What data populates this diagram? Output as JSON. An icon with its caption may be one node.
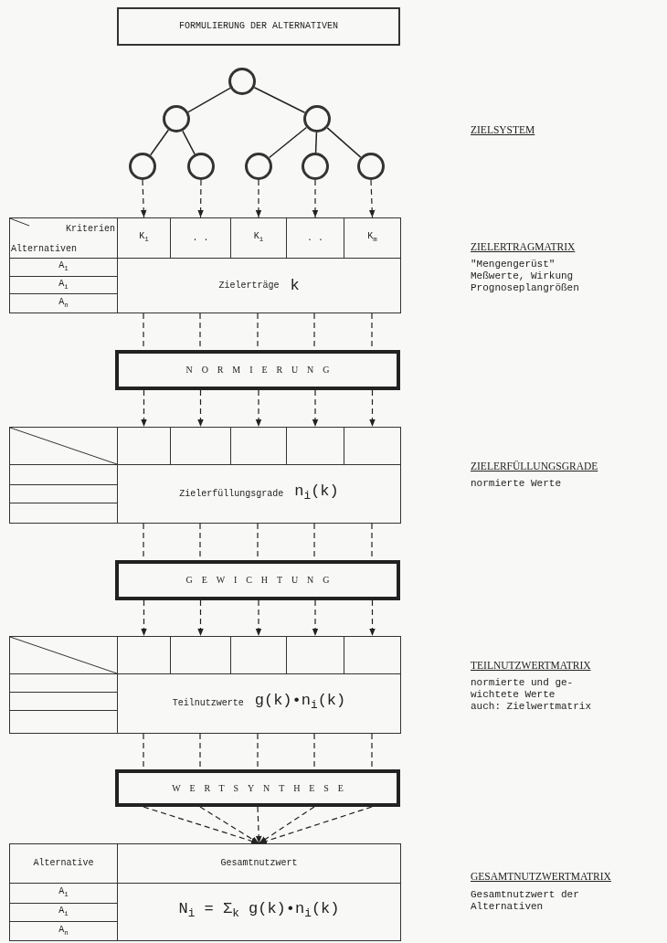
{
  "diagram": {
    "nodes": [
      {
        "text": [
          "FORMULIERUNG DER ALTERNATIVEN"
        ]
      },
      {
        "text": [],
        "shape": "circle"
      },
      {
        "text": [],
        "shape": "circle"
      },
      {
        "text": [],
        "shape": "circle"
      },
      {
        "text": [],
        "shape": "circle"
      },
      {
        "text": [],
        "shape": "circle"
      },
      {
        "text": [],
        "shape": "circle"
      },
      {
        "text": [],
        "shape": "circle"
      },
      {
        "text": [],
        "shape": "circle"
      },
      {
        "text": [
          "Kriterien",
          "Alternativen"
        ]
      },
      {
        "text": [
          "K$_{1}$"
        ]
      },
      {
        "text": [
          ". ."
        ]
      },
      {
        "text": [
          "K$_{i}$"
        ]
      },
      {
        "text": [
          ". ."
        ]
      },
      {
        "text": [
          "K$_{m}$"
        ]
      },
      {
        "text": [
          "A$_{1}$"
        ]
      },
      {
        "text": [
          "A$_{i}$"
        ]
      },
      {
        "text": [
          "A$_{n}$"
        ]
      },
      {
        "text": [
          "Zielerträge",
          "k"
        ]
      },
      {
        "text": [
          "NORMIERUNG"
        ]
      },
      {
        "text": [],
        "shape": "box"
      },
      {
        "text": [],
        "shape": "box"
      },
      {
        "text": [],
        "shape": "box"
      },
      {
        "text": [],
        "shape": "box"
      },
      {
        "text": [],
        "shape": "box"
      },
      {
        "text": [],
        "shape": "box"
      },
      {
        "text": [],
        "shape": "box"
      },
      {
        "text": [],
        "shape": "box"
      },
      {
        "text": [],
        "shape": "box"
      },
      {
        "text": [
          "Zielerfüllungsgrade",
          "n$_{i}$(k)"
        ]
      },
      {
        "text": [
          "GEWICHTUNG"
        ]
      },
      {
        "text": [],
        "shape": "box"
      },
      {
        "text": [],
        "shape": "box"
      },
      {
        "text": [],
        "shape": "box"
      },
      {
        "text": [],
        "shape": "box"
      },
      {
        "text": [],
        "shape": "box"
      },
      {
        "text": [],
        "shape": "box"
      },
      {
        "text": [],
        "shape": "box"
      },
      {
        "text": [],
        "shape": "box"
      },
      {
        "text": [],
        "shape": "box"
      },
      {
        "text": [
          "Teilnutzwerte",
          "g(k)•n$_{i}$(k)"
        ]
      },
      {
        "text": [
          "WERTSYNTHESE"
        ]
      },
      {
        "text": [
          "Alternative"
        ]
      },
      {
        "text": [
          "Gesamtnutzwert"
        ]
      },
      {
        "text": [
          "A$_{1}$"
        ]
      },
      {
        "text": [
          "A$_{i}$"
        ]
      },
      {
        "text": [
          "A$_{n}$"
        ]
      },
      {
        "text": [
          "N$_{i}$ = Σ$_{k}$ g(k)•n$_{i}$(k)"
        ]
      }
    ],
    "edges": [
      {
        "from": 1,
        "to": 2,
        "arrow": "none"
      },
      {
        "from": 1,
        "to": 3,
        "arrow": "none"
      },
      {
        "from": 2,
        "to": 4,
        "arrow": "none"
      },
      {
        "from": 2,
        "to": 5,
        "arrow": "none"
      },
      {
        "from": 3,
        "to": 6,
        "arrow": "none"
      },
      {
        "from": 3,
        "to": 7,
        "arrow": "none"
      },
      {
        "from": 3,
        "to": 8,
        "arrow": "none"
      },
      {
        "from": 4,
        "to": 10,
        "arrow": "to",
        "style": "dashed"
      },
      {
        "from": 5,
        "to": 11,
        "arrow": "to",
        "style": "dashed"
      },
      {
        "from": 6,
        "to": 12,
        "arrow": "to",
        "style": "dashed"
      },
      {
        "from": 7,
        "to": 13,
        "arrow": "to",
        "style": "dashed"
      },
      {
        "from": 8,
        "to": 14,
        "arrow": "to",
        "style": "dashed"
      },
      {
        "from": 18,
        "to": 19,
        "arrow": "none",
        "style": "dashed"
      },
      {
        "from": 18,
        "to": 19,
        "arrow": "none",
        "style": "dashed"
      },
      {
        "from": 18,
        "to": 19,
        "arrow": "none",
        "style": "dashed"
      },
      {
        "from": 18,
        "to": 19,
        "arrow": "none",
        "style": "dashed"
      },
      {
        "from": 18,
        "to": 19,
        "arrow": "none",
        "style": "dashed"
      },
      {
        "from": 19,
        "to": 21,
        "arrow": "to",
        "style": "dashed"
      },
      {
        "from": 19,
        "to": 22,
        "arrow": "to",
        "style": "dashed"
      },
      {
        "from": 19,
        "to": 23,
        "arrow": "to",
        "style": "dashed"
      },
      {
        "from": 19,
        "to": 24,
        "arrow": "to",
        "style": "dashed"
      },
      {
        "from": 19,
        "to": 25,
        "arrow": "to",
        "style": "dashed"
      },
      {
        "from": 29,
        "to": 30,
        "arrow": "none",
        "style": "dashed"
      },
      {
        "from": 29,
        "to": 30,
        "arrow": "none",
        "style": "dashed"
      },
      {
        "from": 29,
        "to": 30,
        "arrow": "none",
        "style": "dashed"
      },
      {
        "from": 29,
        "to": 30,
        "arrow": "none",
        "style": "dashed"
      },
      {
        "from": 29,
        "to": 30,
        "arrow": "none",
        "style": "dashed"
      },
      {
        "from": 30,
        "to": 32,
        "arrow": "to",
        "style": "dashed"
      },
      {
        "from": 30,
        "to": 33,
        "arrow": "to",
        "style": "dashed"
      },
      {
        "from": 30,
        "to": 34,
        "arrow": "to",
        "style": "dashed"
      },
      {
        "from": 30,
        "to": 35,
        "arrow": "to",
        "style": "dashed"
      },
      {
        "from": 30,
        "to": 36,
        "arrow": "to",
        "style": "dashed"
      },
      {
        "from": 40,
        "to": 41,
        "arrow": "none",
        "style": "dashed"
      },
      {
        "from": 40,
        "to": 41,
        "arrow": "none",
        "style": "dashed"
      },
      {
        "from": 40,
        "to": 41,
        "arrow": "none",
        "style": "dashed"
      },
      {
        "from": 40,
        "to": 41,
        "arrow": "none",
        "style": "dashed"
      },
      {
        "from": 40,
        "to": 41,
        "arrow": "none",
        "style": "dashed"
      },
      {
        "from": 41,
        "to": 43,
        "arrow": "to",
        "style": "dashed"
      },
      {
        "from": 41,
        "to": 43,
        "arrow": "to",
        "style": "dashed"
      },
      {
        "from": 41,
        "to": 43,
        "arrow": "to",
        "style": "dashed"
      },
      {
        "from": 41,
        "to": 43,
        "arrow": "to",
        "style": "dashed"
      },
      {
        "from": 41,
        "to": 43,
        "arrow": "to",
        "style": "dashed"
      }
    ],
    "labels": [
      "ZIELSYSTEM",
      "ZIELERTRAGMATRIX",
      "\"Mengengerüst\" Meßwerte, Wirkung Prognoseplangrößen",
      "ZIELERFÜLLUNGSGRADE",
      "normierte Werte",
      "TEILNUTZWERTMATRIX",
      "normierte und ge- wichtete Werte",
      "auch: Zielwertmatrix",
      "GESAMTNUTZWERTMATRIX",
      "Gesamtnutzwert der Alternativen"
    ]
  }
}
